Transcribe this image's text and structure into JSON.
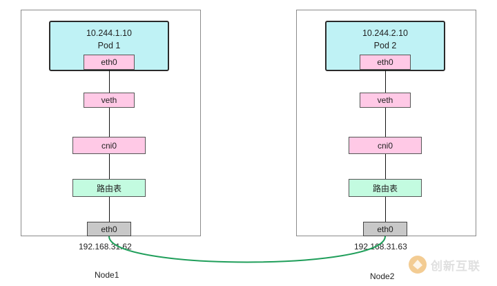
{
  "nodes": [
    {
      "name": "Node1",
      "ip": "192.168.31.62",
      "pod": {
        "ip": "10.244.1.10",
        "name": "Pod 1",
        "iface": "eth0"
      },
      "veth": "veth",
      "cni": "cni0",
      "route_table": "路由表",
      "host_iface": "eth0"
    },
    {
      "name": "Node2",
      "ip": "192.168.31.63",
      "pod": {
        "ip": "10.244.2.10",
        "name": "Pod 2",
        "iface": "eth0"
      },
      "veth": "veth",
      "cni": "cni0",
      "route_table": "路由表",
      "host_iface": "eth0"
    }
  ],
  "watermark": {
    "text": "创新互联"
  },
  "colors": {
    "pod_fill": "#bff2f5",
    "iface_fill": "#ffc9e6",
    "route_fill": "#c3fbe0",
    "host_iface_fill": "#c8c8c8",
    "link_color": "#1f9e5a"
  }
}
